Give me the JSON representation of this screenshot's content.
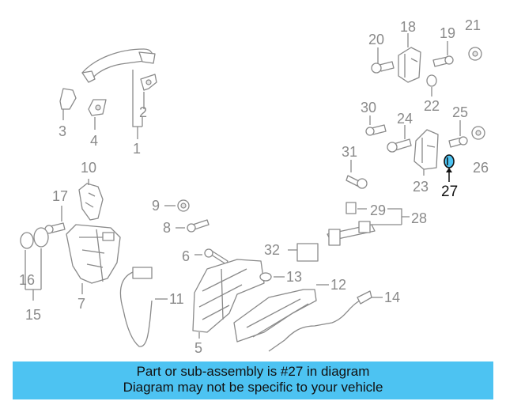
{
  "diagram": {
    "highlight_color": "#4dc3f2",
    "highlighted_part": "27",
    "callouts": [
      "1",
      "2",
      "3",
      "4",
      "5",
      "6",
      "7",
      "8",
      "9",
      "10",
      "11",
      "12",
      "13",
      "14",
      "15",
      "16",
      "17",
      "18",
      "19",
      "20",
      "21",
      "22",
      "23",
      "24",
      "25",
      "26",
      "27",
      "28",
      "29",
      "30",
      "31",
      "32"
    ]
  },
  "caption": {
    "line1": "Part or sub-assembly is #27 in diagram",
    "line2": "Diagram may not be specific to your vehicle",
    "background": "#4dc3f2"
  }
}
